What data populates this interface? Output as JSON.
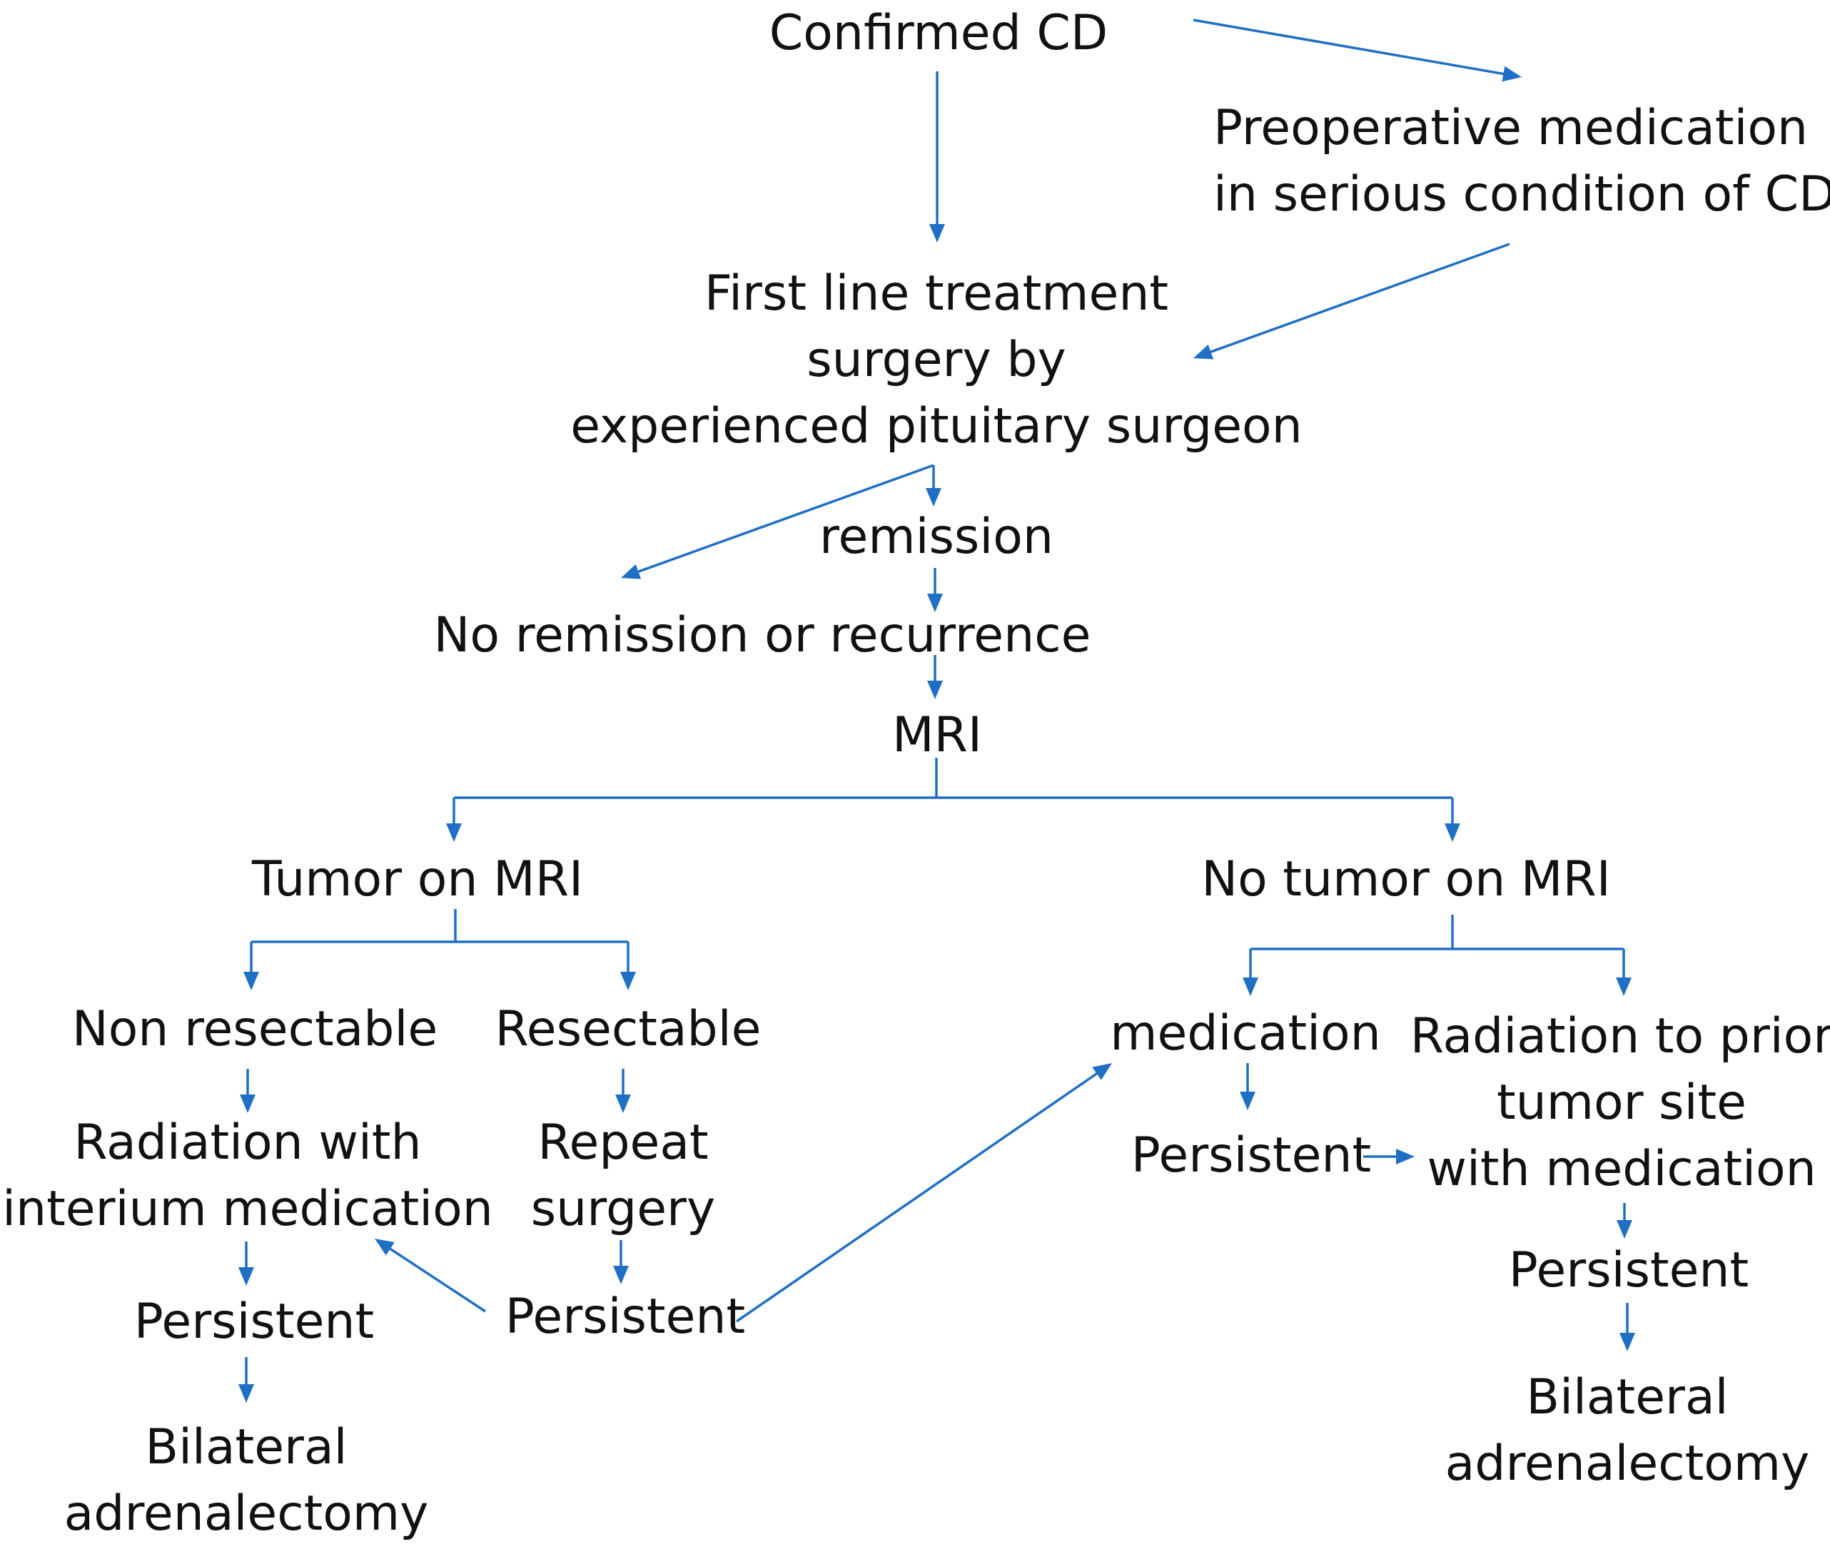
{
  "accent_color": "#1f6fc5",
  "nodes": {
    "confirmed_cd": "Confirmed CD",
    "preop": [
      "Preoperative medication",
      "in serious condition of CD"
    ],
    "first_line": [
      "First line treatment",
      "surgery by",
      "experienced pituitary surgeon"
    ],
    "remission": "remission",
    "no_remission": "No remission or recurrence",
    "mri": "MRI",
    "tumor": "Tumor on MRI",
    "no_tumor": "No tumor on MRI",
    "non_resectable": "Non resectable",
    "resectable": "Resectable",
    "radiation_interim": [
      "Radiation with",
      "interium medication"
    ],
    "repeat_surgery": [
      "Repeat",
      "surgery"
    ],
    "persistent_left": "Persistent",
    "persistent_mid": "Persistent",
    "bilateral_left": [
      "Bilateral",
      "adrenalectomy"
    ],
    "medication": "medication",
    "persistent_med": "Persistent",
    "radiation_prior": [
      "Radiation to prior",
      "tumor site",
      "with medication"
    ],
    "persistent_right": "Persistent",
    "bilateral_right": [
      "Bilateral",
      "adrenalectomy"
    ]
  }
}
